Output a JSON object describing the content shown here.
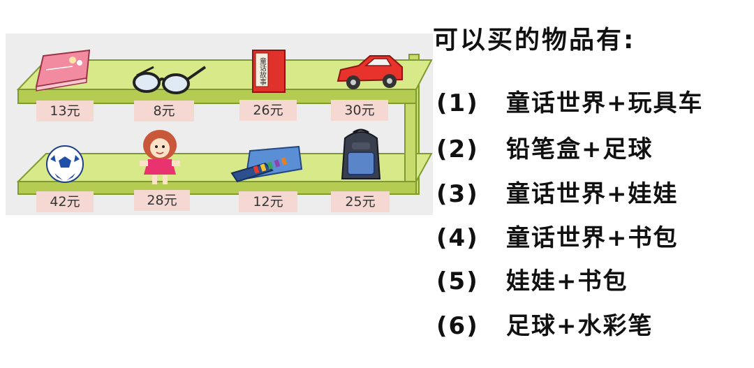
{
  "shelf": {
    "top_row": [
      {
        "icon": "notebook-icon",
        "price": "13元"
      },
      {
        "icon": "glasses-icon",
        "price": "8元"
      },
      {
        "icon": "fairy-tale-book-icon",
        "price": "26元",
        "book_spine_text": "童话故事"
      },
      {
        "icon": "toy-car-icon",
        "price": "30元"
      }
    ],
    "bottom_row": [
      {
        "icon": "soccer-ball-icon",
        "price": "42元"
      },
      {
        "icon": "doll-icon",
        "price": "28元"
      },
      {
        "icon": "watercolor-pen-box-icon",
        "price": "12元"
      },
      {
        "icon": "backpack-icon",
        "price": "25元"
      }
    ]
  },
  "answer": {
    "title": "可以买的物品有:",
    "options": [
      {
        "num": "(1)",
        "text": "童话世界+玩具车"
      },
      {
        "num": "(2)",
        "text": "铅笔盒+足球"
      },
      {
        "num": "(3)",
        "text": "童话世界+娃娃"
      },
      {
        "num": "(4)",
        "text": "童话世界+书包"
      },
      {
        "num": "(5)",
        "text": "娃娃+书包"
      },
      {
        "num": "(6)",
        "text": "足球+水彩笔"
      }
    ]
  },
  "colors": {
    "shelf_top": "#d8e98a",
    "shelf_front": "#b5cc52",
    "shelf_edge": "#7f9a2e",
    "price_tag": "#f6d8d3"
  }
}
